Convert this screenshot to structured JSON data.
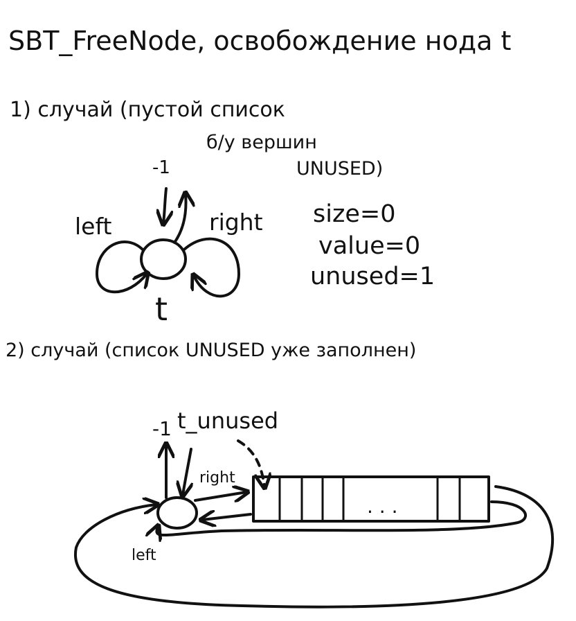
{
  "title": "SBT_FreeNode, освобождение нода t",
  "case1": {
    "heading_line1": "1) случай (пустой список",
    "heading_line2": "б/у вершин",
    "heading_line3": "UNUSED)",
    "minus_one": "-1",
    "left_label": "left",
    "right_label": "right",
    "node_label": "t",
    "fields": [
      "size=0",
      "value=0",
      "unused=1"
    ]
  },
  "case2": {
    "heading": "2) случай (список UNUSED уже заполнен)",
    "minus_one": "-1",
    "pointer_label": "t_unused",
    "right_label": "right",
    "left_label": "left",
    "ellipsis": ". . ."
  }
}
